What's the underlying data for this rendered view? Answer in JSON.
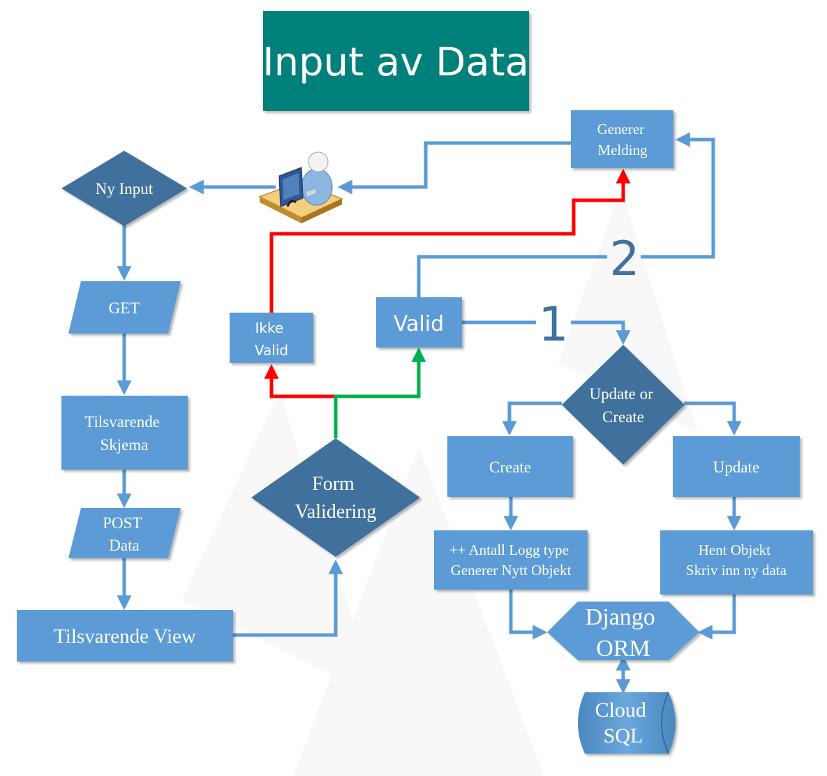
{
  "title": "Input av Data",
  "nodes": {
    "ny_input": "Ny Input",
    "get": "GET",
    "skjema": [
      "Tilsvarende",
      "Skjema"
    ],
    "post": [
      "POST",
      "Data"
    ],
    "view": "Tilsvarende View",
    "form_validering": [
      "Form",
      "Validering"
    ],
    "ikke_valid": [
      "Ikke",
      "Valid"
    ],
    "valid": "Valid",
    "generer_melding": [
      "Generer",
      "Melding"
    ],
    "update_or_create": [
      "Update or",
      "Create"
    ],
    "create": "Create",
    "update": "Update",
    "create_step": [
      "++ Antall Logg type",
      "Generer Nytt Objekt"
    ],
    "update_step": [
      "Hent Objekt",
      "Skriv inn ny data"
    ],
    "django_orm": [
      "Django",
      "ORM"
    ],
    "cloud_sql": [
      "Cloud",
      "SQL"
    ]
  },
  "path_labels": {
    "one": "1",
    "two": "2"
  },
  "icons": {
    "user": "user-at-computer-icon"
  },
  "colors": {
    "title_bg": "#00807a",
    "box": "#5b9bd5",
    "diamond_dark": "#41719c",
    "connector": "#5b9bd5",
    "invalid_path": "#ff0000",
    "valid_path": "#00b050",
    "text_on_shape": "#ffffff",
    "path_label": "#41719c"
  }
}
